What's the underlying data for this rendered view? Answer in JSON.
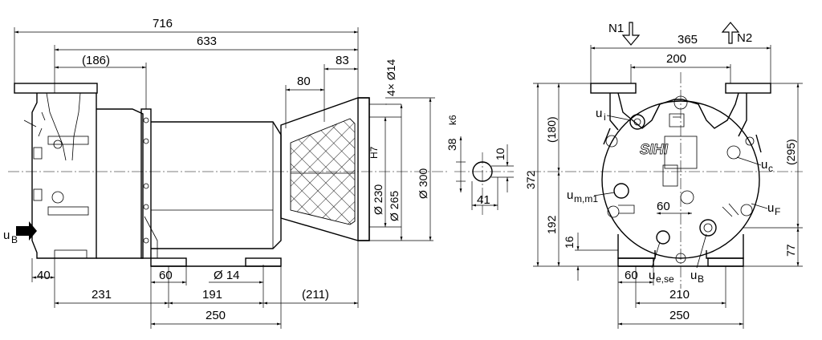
{
  "side_view": {
    "dims": {
      "overall_length": "716",
      "pump_length": "633",
      "flange_offset": "(186)",
      "cone_offset": "83",
      "cone_inner": "80",
      "bolt_holes": "4× Ø14",
      "dia_230": "Ø 230",
      "dia_230_tol": "H7",
      "dia_265": "Ø 265",
      "dia_300": "Ø 300",
      "left_40": "40",
      "left_231": "231",
      "foot_60": "60",
      "hole_14": "Ø 14",
      "span_191": "191",
      "span_211": "(211)",
      "span_250": "250"
    },
    "label_ub": "u",
    "label_ub_sub": "B"
  },
  "shaft_detail": {
    "dims": {
      "shaft_38": "38",
      "shaft_38_tol": "k6",
      "key_10": "10",
      "key_41": "41"
    }
  },
  "end_view": {
    "nozzle_n1": "N1",
    "nozzle_n2": "N2",
    "dims": {
      "width_365": "365",
      "width_200": "200",
      "height_372": "372",
      "upper_180": "(180)",
      "right_295": "(295)",
      "lower_192": "192",
      "small_16": "16",
      "right_77": "77",
      "inner_60": "60",
      "foot_60": "60",
      "foot_210": "210",
      "foot_250": "250"
    },
    "ports": {
      "u_i": "u",
      "u_i_sub": "i",
      "u_c": "u",
      "u_c_sub": "c",
      "u_mm1": "u",
      "u_mm1_sub": "m,m1",
      "u_f": "u",
      "u_f_sub": "F",
      "u_ese": "u",
      "u_ese_sub": "e,se",
      "u_b": "u",
      "u_b_sub": "B"
    },
    "logo": "SIHI"
  }
}
